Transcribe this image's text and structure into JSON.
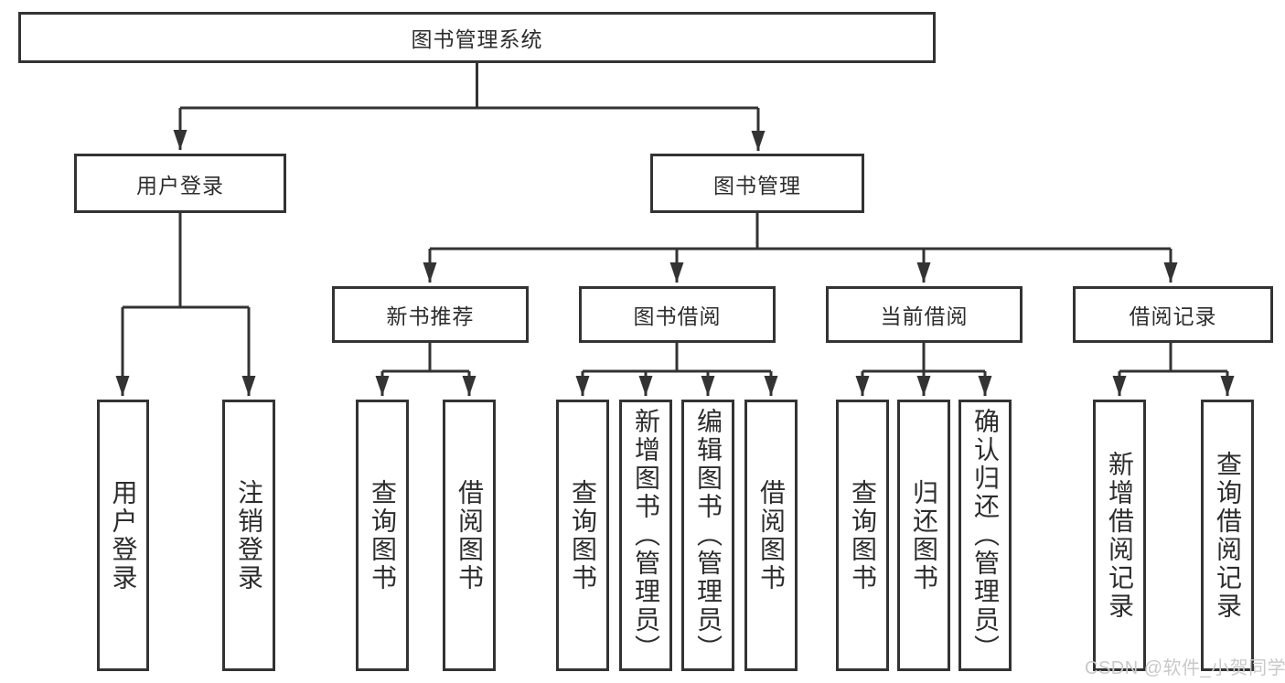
{
  "diagram": {
    "root": "图书管理系统",
    "level2": [
      "用户登录",
      "图书管理"
    ],
    "level3": [
      "新书推荐",
      "图书借阅",
      "当前借阅",
      "借阅记录"
    ],
    "children": {
      "user_login": [
        "用户登录",
        "注销登录"
      ],
      "new_book_rec": [
        "查询图书",
        "借阅图书"
      ],
      "book_borrow": [
        "查询图书",
        "新增图书（管理员）",
        "编辑图书（管理员）",
        "借阅图书"
      ],
      "current_borrow": [
        "查询图书",
        "归还图书",
        "确认归还（管理员）"
      ],
      "borrow_records": [
        "新增借阅记录",
        "查询借阅记录"
      ]
    }
  },
  "watermark": {
    "text": "CSDN @软件_小贺同学",
    "color": "#c9c9c9"
  },
  "colors": {
    "line": "#333333",
    "text": "#2d2d2d",
    "background": "#ffffff"
  }
}
